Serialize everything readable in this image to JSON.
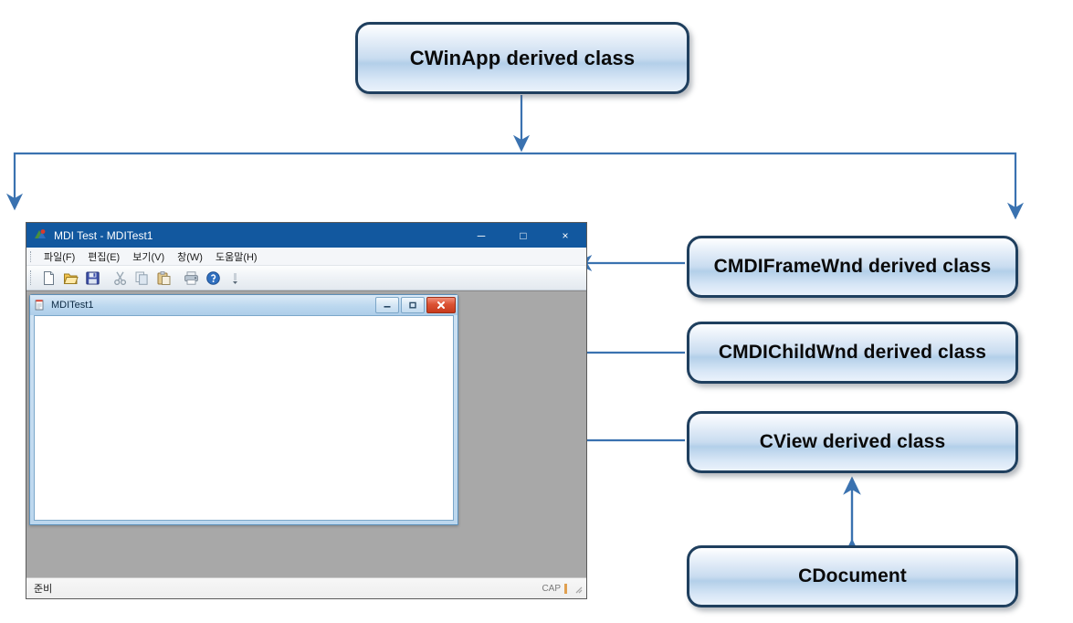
{
  "diagram": {
    "boxes": {
      "cwinapp": "CWinApp derived class",
      "cmdiframewnd": "CMDIFrameWnd derived class",
      "cmdichildwnd": "CMDIChildWnd derived class",
      "cview": "CView  derived class",
      "cdocument": "CDocument"
    },
    "colors": {
      "box_border": "#1f3f5e",
      "box_fill_light": "#eef4fb",
      "box_fill_mid": "#b3cfe9",
      "arrow": "#3a72b0",
      "titlebar_blue": "#12589f",
      "mdi_client_gray": "#a8a8a8"
    }
  },
  "app_window": {
    "titlebar": {
      "title": "MDI Test - MDITest1",
      "icon": "mfc-app-icon",
      "minimize": "─",
      "maximize": "□",
      "close": "×"
    },
    "menubar": {
      "items": [
        {
          "label": "파일(F)",
          "name": "menu-file"
        },
        {
          "label": "편집(E)",
          "name": "menu-edit"
        },
        {
          "label": "보기(V)",
          "name": "menu-view"
        },
        {
          "label": "창(W)",
          "name": "menu-window"
        },
        {
          "label": "도움말(H)",
          "name": "menu-help"
        }
      ]
    },
    "toolbar": {
      "buttons": [
        {
          "name": "new-icon",
          "title": "New"
        },
        {
          "name": "open-icon",
          "title": "Open"
        },
        {
          "name": "save-icon",
          "title": "Save"
        },
        {
          "name": "cut-icon",
          "title": "Cut"
        },
        {
          "name": "copy-icon",
          "title": "Copy"
        },
        {
          "name": "paste-icon",
          "title": "Paste"
        },
        {
          "name": "print-icon",
          "title": "Print"
        },
        {
          "name": "help-icon",
          "title": "Help"
        }
      ]
    },
    "mdi_child": {
      "title": "MDITest1",
      "icon": "document-icon",
      "minimize": "─",
      "maximize": "□",
      "close": "✕"
    },
    "statusbar": {
      "left_text": "준비",
      "cap_text": "CAP"
    }
  }
}
